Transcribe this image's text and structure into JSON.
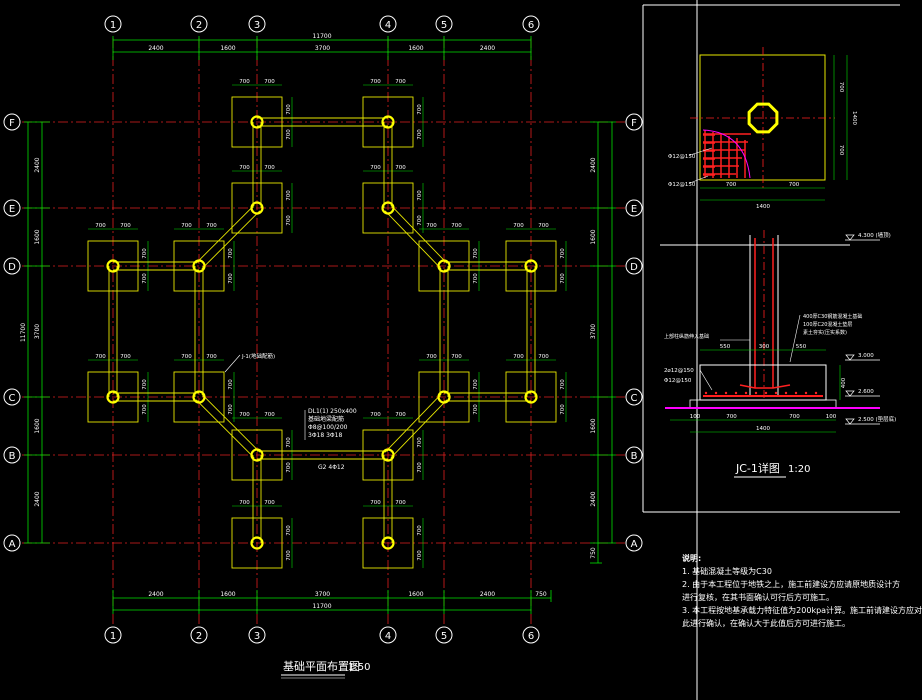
{
  "plan": {
    "title": "基础平面布置图",
    "scale": "1:50",
    "col_axes": [
      "1",
      "2",
      "3",
      "4",
      "5",
      "6"
    ],
    "row_axes": [
      "F",
      "E",
      "D",
      "C",
      "B",
      "A"
    ],
    "top_dims": [
      "2400",
      "1600",
      "3700",
      "1600",
      "2400"
    ],
    "top_total": "11700",
    "bottom_dims": [
      "2400",
      "1600",
      "3700",
      "1600",
      "2400",
      "750"
    ],
    "bottom_total": "11700",
    "left_dims": [
      "2400",
      "1600",
      "3700",
      "1600",
      "2400"
    ],
    "left_total": "11700",
    "right_dims": [
      "2400",
      "1600",
      "3700",
      "1600",
      "2400",
      "750"
    ],
    "footing_dim": "700",
    "beam_note": [
      "DL1(1) 250x400",
      "基础地梁配筋",
      "Φ8@100/200",
      "3Φ18  3Φ18"
    ],
    "beam_g2": "G2  4Φ12",
    "jc_tag": "J-1(地础配筋)",
    "colors": {
      "axis": "#ff3030",
      "grid": "#e02020",
      "dim": "#00e000",
      "footing": "#e8e800",
      "column": "#ffff00",
      "text": "#ffffff",
      "bg": "#000000"
    }
  },
  "detail": {
    "title": "JC-1详图",
    "scale": "1:20",
    "plan_dims": {
      "half": "700",
      "total": "1400"
    },
    "rebar_labels": [
      "Φ12@150",
      "Φ12@150"
    ],
    "layer_notes": [
      "400厚C30钢筋混凝土基础",
      "100厚C20混凝土垫层",
      "素土夯实(压实系数)"
    ],
    "left_note": "上部柱纵筋伸入基础",
    "rebar2": [
      "2⌀12@150",
      "Φ12@150"
    ],
    "section_dims": [
      "550",
      "300",
      "550"
    ],
    "bottom_dims": [
      "100",
      "700",
      "700",
      "100"
    ],
    "bottom_total": "1400",
    "elevations": [
      "4.300 (墙顶)",
      "3.000",
      "2.600",
      "2.500 (垫层底)"
    ],
    "height_dim": "400"
  },
  "notes": {
    "heading": "说明:",
    "items": [
      "1. 基础混凝土等级为C30",
      "2. 由于本工程位于地铁之上，施工前建设方应请原地质设计方",
      "   进行复核，在其书面确认可行后方可施工。",
      "3. 本工程按地基承载力特征值为200kpa计算。施工前请建设方应对",
      "   此进行确认，在确认大于此值后方可进行施工。"
    ]
  }
}
